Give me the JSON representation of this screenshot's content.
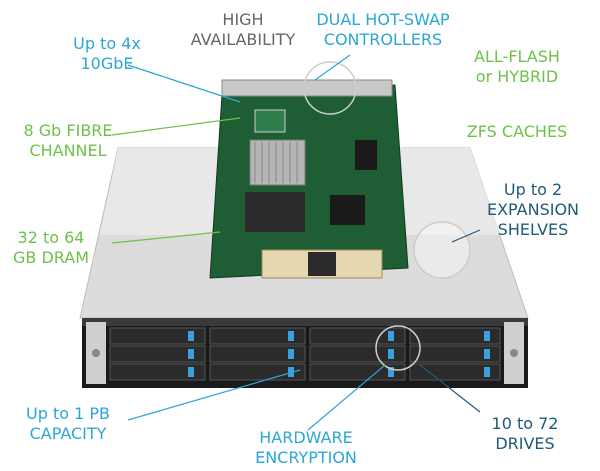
{
  "labels": {
    "high_availability": [
      "HIGH",
      "AVAILABILITY"
    ],
    "dual_hot_swap": [
      "DUAL HOT-SWAP",
      "CONTROLLERS"
    ],
    "up_to_4x": [
      "Up to 4x",
      "10GbE"
    ],
    "all_flash": [
      "ALL-FLASH",
      "or HYBRID"
    ],
    "fibre_channel": [
      "8 Gb FIBRE",
      "CHANNEL"
    ],
    "zfs_caches": [
      "ZFS CACHES"
    ],
    "expansion_shelves": [
      "Up to 2",
      "EXPANSION",
      "SHELVES"
    ],
    "dram": [
      "32 to 64",
      "GB DRAM"
    ],
    "capacity": [
      "Up to 1 PB",
      "CAPACITY"
    ],
    "encryption": [
      "HARDWARE",
      "ENCRYPTION"
    ],
    "drives": [
      "10 to 72",
      "DRIVES"
    ]
  },
  "colors": {
    "blue": "#2ba6d6",
    "green": "#6cc24a",
    "gray": "#666666",
    "navy": "#1f5a7a",
    "pcb": "#1f5e34",
    "chassis": "#dcdcdc"
  }
}
